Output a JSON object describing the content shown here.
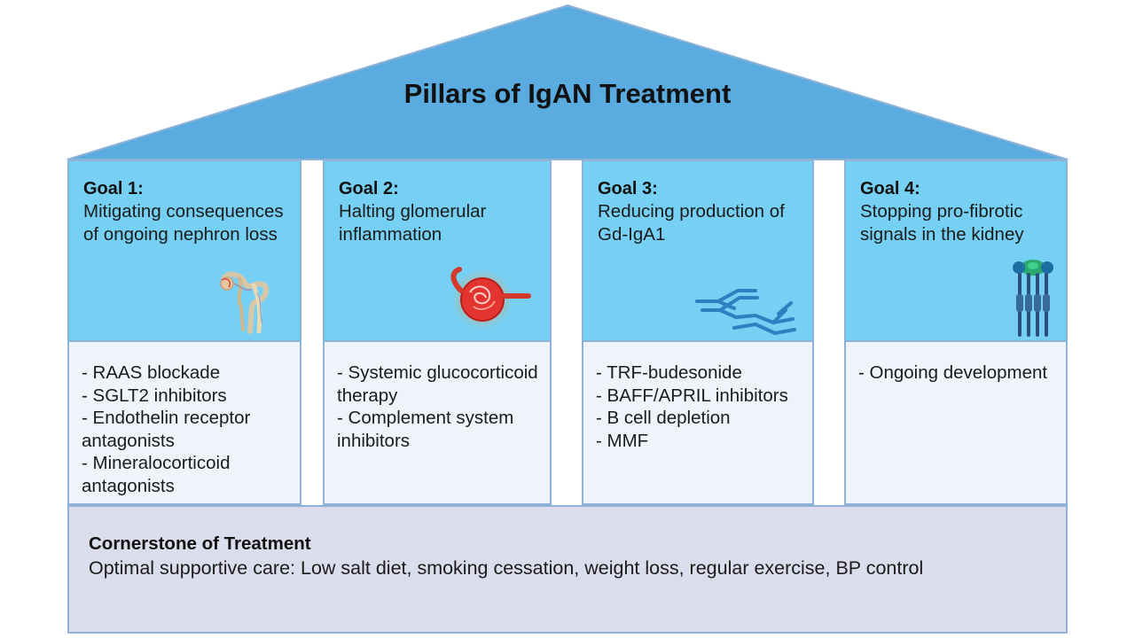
{
  "title": "Pillars of IgAN Treatment",
  "pillars": [
    {
      "goal": "Goal 1:",
      "description": "Mitigating consequences of ongoing nephron loss",
      "icon": "nephron-icon",
      "treatments": [
        "- RAAS blockade",
        "- SGLT2 inhibitors",
        "- Endothelin receptor antagonists",
        "- Mineralocorticoid antagonists"
      ]
    },
    {
      "goal": "Goal 2:",
      "description": "Halting glomerular inflammation",
      "icon": "inflamed-glomerulus-icon",
      "treatments": [
        "- Systemic glucocorticoid therapy",
        "- Complement system inhibitors"
      ]
    },
    {
      "goal": "Goal 3:",
      "description": "Reducing production of Gd-IgA1",
      "icon": "antibody-icon",
      "treatments": [
        "- TRF-budesonide",
        "- BAFF/APRIL inhibitors",
        "- B cell depletion",
        "- MMF"
      ]
    },
    {
      "goal": "Goal 4:",
      "description": "Stopping pro-fibrotic signals in the kidney",
      "icon": "receptor-icon",
      "treatments": [
        "- Ongoing development"
      ]
    }
  ],
  "cornerstone": {
    "title": "Cornerstone of Treatment",
    "text": "Optimal supportive care: Low salt diet, smoking cessation, weight loss, regular exercise, BP control"
  },
  "colors": {
    "roof": "#5aace0",
    "goal_panel": "#76d0f3",
    "treatment_panel": "#eef4f9",
    "base": "#dbdcec",
    "border": "#8fb3d6"
  }
}
